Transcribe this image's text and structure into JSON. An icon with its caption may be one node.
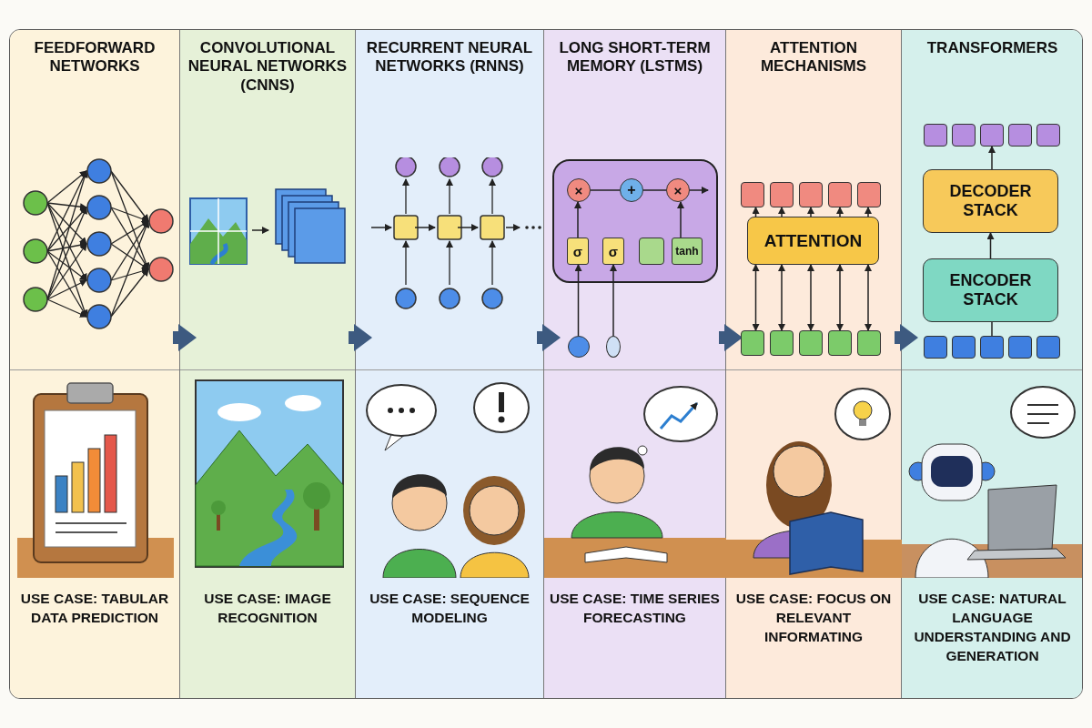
{
  "diagram": {
    "nodes": [
      {
        "text": [
          "FEEDFORWARD NETWORKS",
          "USE CASE: TABULAR DATA PREDICTION"
        ]
      },
      {
        "text": [
          "CONVOLUTIONAL NEURAL NETWORKS (CNNS)",
          "USE CASE: IMAGE RECOGNITION"
        ]
      },
      {
        "text": [
          "RECURRENT NEURAL NETWORKS (RNNS)",
          "USE CASE: SEQUENCE MODELING"
        ]
      },
      {
        "text": [
          "LONG SHORT-TERM MEMORY (LSTMS)",
          "USE CASE: TIME SERIES FORECASTING"
        ]
      },
      {
        "text": [
          "×"
        ],
        "in": 3
      },
      {
        "text": [
          "+"
        ],
        "in": 3
      },
      {
        "text": [
          "×"
        ],
        "in": 3
      },
      {
        "text": [
          "σ"
        ],
        "in": 3
      },
      {
        "text": [
          "σ"
        ],
        "in": 3
      },
      {
        "text": [],
        "shape": "box",
        "in": 3
      },
      {
        "text": [
          "tanh"
        ],
        "in": 3
      },
      {
        "text": [],
        "shape": "circle",
        "in": 3
      },
      {
        "text": [],
        "shape": "circle",
        "in": 3
      },
      {
        "text": [
          "ATTENTION MECHANISMS",
          "USE CASE: FOCUS ON RELEVANT INFORMATING"
        ]
      },
      {
        "text": [],
        "shape": "box",
        "in": 13
      },
      {
        "text": [],
        "shape": "box",
        "in": 13
      },
      {
        "text": [],
        "shape": "box",
        "in": 13
      },
      {
        "text": [],
        "shape": "box",
        "in": 13
      },
      {
        "text": [],
        "shape": "box",
        "in": 13
      },
      {
        "text": [
          "ATTENTION"
        ],
        "in": 13
      },
      {
        "text": [],
        "shape": "box",
        "in": 13
      },
      {
        "text": [],
        "shape": "box",
        "in": 13
      },
      {
        "text": [],
        "shape": "box",
        "in": 13
      },
      {
        "text": [],
        "shape": "box",
        "in": 13
      },
      {
        "text": [],
        "shape": "box",
        "in": 13
      },
      {
        "text": [
          "TRANSFORMERS",
          "USE CASE: NATURAL LANGUAGE UNDERSTANDING AND GENERATION"
        ]
      },
      {
        "text": [],
        "shape": "box",
        "in": 25
      },
      {
        "text": [],
        "shape": "box",
        "in": 25
      },
      {
        "text": [],
        "shape": "box",
        "in": 25
      },
      {
        "text": [],
        "shape": "box",
        "in": 25
      },
      {
        "text": [],
        "shape": "box",
        "in": 25
      },
      {
        "text": [
          "DECODER STACK"
        ],
        "in": 25
      },
      {
        "text": [
          "ENCODER STACK"
        ],
        "in": 25
      },
      {
        "text": [],
        "shape": "box",
        "in": 25
      },
      {
        "text": [],
        "shape": "box",
        "in": 25
      },
      {
        "text": [],
        "shape": "box",
        "in": 25
      },
      {
        "text": [],
        "shape": "box",
        "in": 25
      },
      {
        "text": [],
        "shape": "box",
        "in": 25
      }
    ],
    "edges": [
      {
        "from": 0,
        "to": 1,
        "arrow": "to",
        "style": "thick",
        "color": "#3d5a80"
      },
      {
        "from": 1,
        "to": 2,
        "arrow": "to",
        "style": "thick",
        "color": "#3d5a80"
      },
      {
        "from": 2,
        "to": 3,
        "arrow": "to",
        "style": "thick",
        "color": "#3d5a80"
      },
      {
        "from": 3,
        "to": 13,
        "arrow": "to",
        "style": "thick",
        "color": "#3d5a80"
      },
      {
        "from": 13,
        "to": 25,
        "arrow": "to",
        "style": "thick",
        "color": "#3d5a80"
      },
      {
        "from": 7,
        "to": 4,
        "arrow": "to"
      },
      {
        "from": 10,
        "to": 6,
        "arrow": "to"
      },
      {
        "from": 4,
        "to": 5,
        "arrow": "none"
      },
      {
        "from": 5,
        "to": 6,
        "arrow": "none"
      },
      {
        "from": 6,
        "to": null,
        "arrow": "to"
      },
      {
        "from": 11,
        "to": 7,
        "arrow": "to"
      },
      {
        "from": 12,
        "to": 8,
        "arrow": "to"
      },
      {
        "from": 19,
        "to": 14,
        "arrow": "to"
      },
      {
        "from": 19,
        "to": 15,
        "arrow": "to"
      },
      {
        "from": 19,
        "to": 16,
        "arrow": "to"
      },
      {
        "from": 19,
        "to": 17,
        "arrow": "to"
      },
      {
        "from": 19,
        "to": 18,
        "arrow": "to"
      },
      {
        "from": 20,
        "to": 19,
        "arrow": "both"
      },
      {
        "from": 21,
        "to": 19,
        "arrow": "both"
      },
      {
        "from": 22,
        "to": 19,
        "arrow": "both"
      },
      {
        "from": 23,
        "to": 19,
        "arrow": "both"
      },
      {
        "from": 24,
        "to": 19,
        "arrow": "both"
      },
      {
        "from": 31,
        "to": 28,
        "arrow": "to"
      },
      {
        "from": 32,
        "to": 31,
        "arrow": "to"
      },
      {
        "from": 35,
        "to": 32,
        "arrow": "none"
      }
    ]
  }
}
